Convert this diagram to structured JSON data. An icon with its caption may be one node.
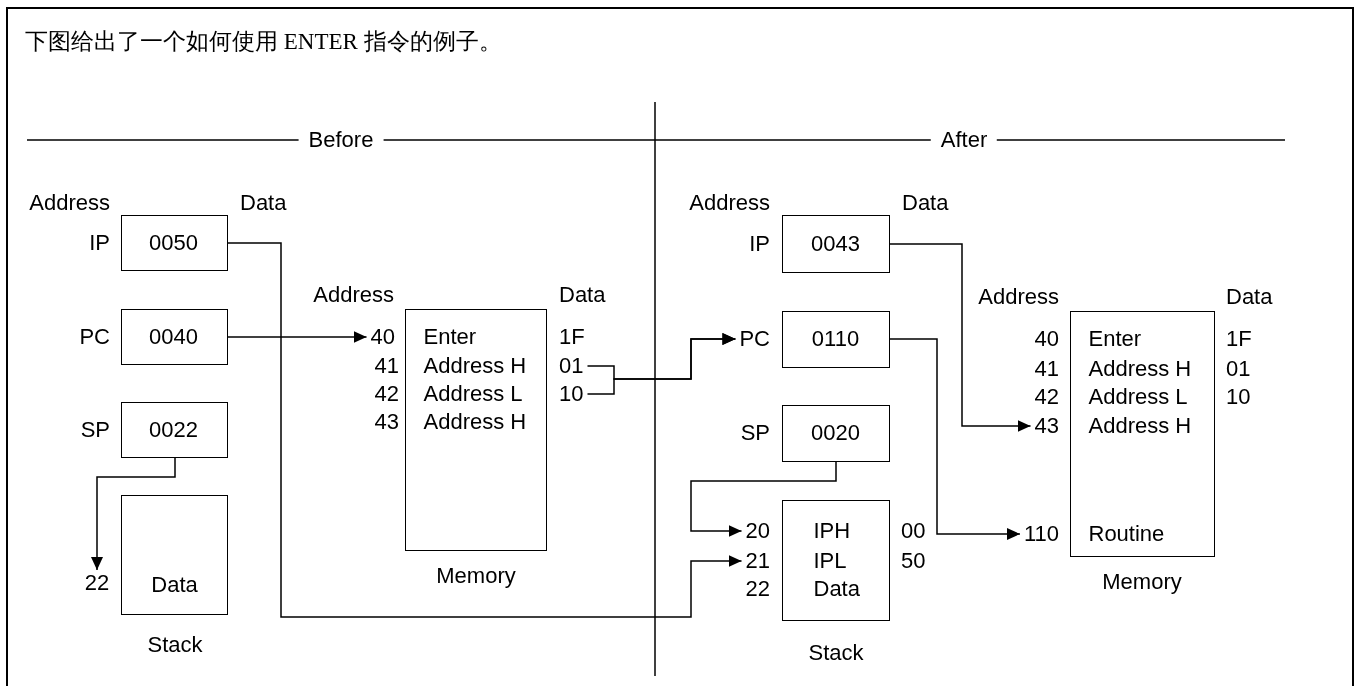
{
  "diagram": {
    "title": "下图给出了一个如何使用 ENTER 指令的例子。",
    "nodes": [
      {
        "text": [
          "0050"
        ],
        "beside": [
          "IP"
        ]
      },
      {
        "text": [
          "0040"
        ],
        "beside": [
          "PC"
        ]
      },
      {
        "text": [
          "0022"
        ],
        "beside": [
          "SP"
        ]
      },
      {
        "text": [
          "Data"
        ],
        "beside": [
          "Stack"
        ]
      },
      {
        "text": [
          "22"
        ]
      },
      {
        "text": [
          "Enter",
          "Address H",
          "Address L",
          "Address H"
        ],
        "beside": [
          "Memory"
        ]
      },
      {
        "text": [
          "40"
        ]
      },
      {
        "text": [
          "01"
        ]
      },
      {
        "text": [
          "10"
        ]
      },
      {
        "text": [
          "0043"
        ],
        "beside": [
          "IP"
        ]
      },
      {
        "text": [
          "PC"
        ]
      },
      {
        "text": [
          "0110"
        ]
      },
      {
        "text": [
          "0020"
        ],
        "beside": [
          "SP"
        ]
      },
      {
        "text": [
          "IPH",
          "IPL",
          "Data"
        ],
        "beside": [
          "Stack"
        ]
      },
      {
        "text": [
          "20"
        ]
      },
      {
        "text": [
          "21"
        ]
      },
      {
        "text": [
          "Enter",
          "Address H",
          "Address L",
          "Address H",
          "Routine"
        ],
        "beside": [
          "Memory"
        ]
      },
      {
        "text": [
          "43"
        ]
      },
      {
        "text": [
          "110"
        ]
      }
    ],
    "edges": [
      {
        "from": 0,
        "to": 15,
        "arrow": "to"
      },
      {
        "from": 1,
        "to": 6,
        "arrow": "to"
      },
      {
        "from": 2,
        "to": 4,
        "arrow": "to"
      },
      {
        "from": 7,
        "to": 10,
        "arrow": "to"
      },
      {
        "from": 8,
        "to": 10,
        "arrow": "to"
      },
      {
        "from": 9,
        "to": 17,
        "arrow": "to"
      },
      {
        "from": 11,
        "to": 18,
        "arrow": "to"
      },
      {
        "from": 12,
        "to": 14,
        "arrow": "to"
      }
    ],
    "labels": [
      "Before",
      "After",
      "Address",
      "Data",
      "Address",
      "Data",
      "41",
      "42",
      "43",
      "1F",
      "Address",
      "Data",
      "Address",
      "Data",
      "40",
      "41",
      "42",
      "1F",
      "01",
      "10",
      "22",
      "00",
      "50"
    ]
  }
}
